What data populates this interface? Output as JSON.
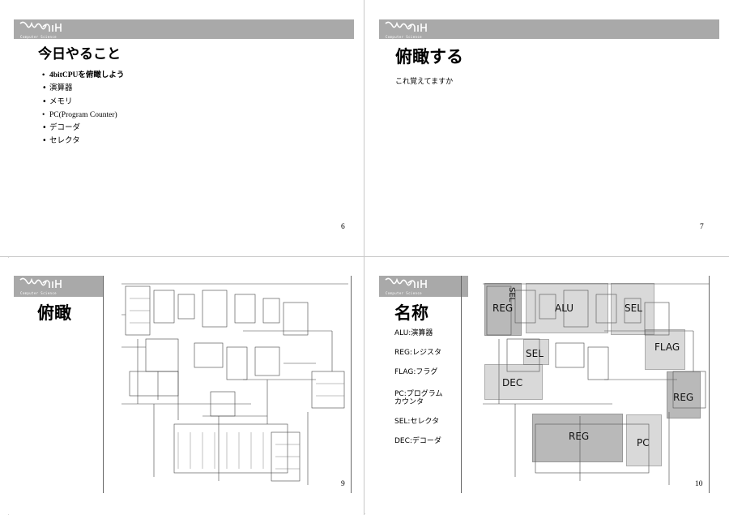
{
  "logo": {
    "text": "Computer Science"
  },
  "slides": [
    {
      "title": "今日やること",
      "bullets": [
        "4bitCPUを俯瞰しよう",
        "演算器",
        "メモリ",
        "PC(Program Counter)",
        "デコーダ",
        "セレクタ"
      ],
      "page": "6"
    },
    {
      "title": "俯瞰する",
      "text": "これ覚えてますか",
      "page": "7"
    },
    {
      "title": "俯瞰",
      "page": "9"
    },
    {
      "title": "名称",
      "names": [
        "ALU:演算器",
        "REG:レジスタ",
        "FLAG:フラグ",
        "PC:プログラム",
        "カウンタ",
        "SEL:セレクタ",
        "DEC:デコーダ"
      ],
      "blocks": [
        "REG",
        "ALU",
        "SEL",
        "SEL",
        "FLAG",
        "SEL",
        "DEC",
        "REG",
        "REG",
        "PC"
      ],
      "page": "10"
    }
  ]
}
